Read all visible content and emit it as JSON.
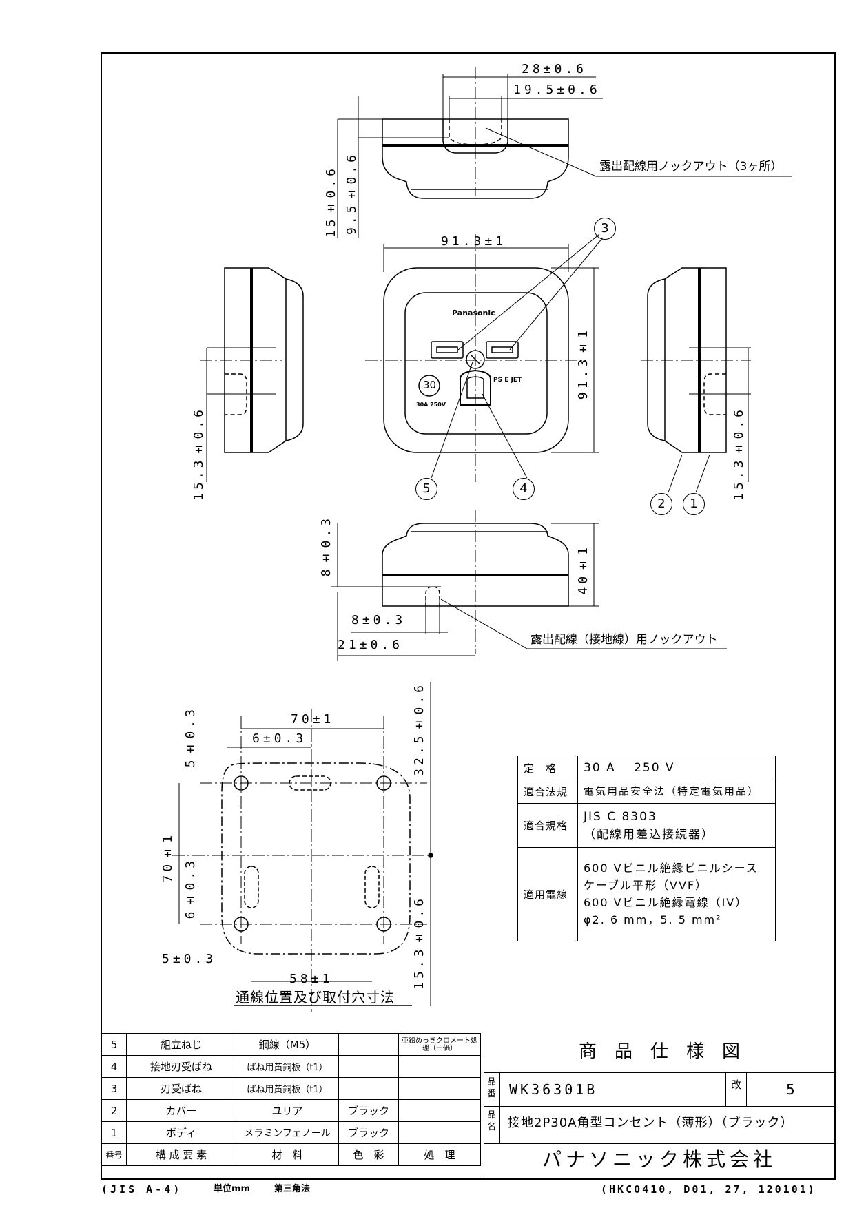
{
  "dimensions": {
    "top_width_outer": "28±0.6",
    "top_width_inner": "19.5±0.6",
    "top_height_total": "15±0.6",
    "top_height_inner": "9.5±0.6",
    "front_width": "91.3±1",
    "front_height": "91.3±1",
    "left_side_height": "15.3±0.6",
    "right_side_height": "15.3±0.6",
    "bottom_height_small": "8±0.3",
    "bottom_height_total": "40±1",
    "bottom_offset_small": "8±0.3",
    "bottom_offset_large": "21±0.6",
    "plan_width": "70±1",
    "plan_hole_offset": "6±0.3",
    "plan_hole_vertical": "5±0.3",
    "plan_right_vertical": "32.5±0.6",
    "plan_height": "70±1",
    "plan_lower_offset": "6±0.3",
    "plan_lower_right": "15.3±0.6",
    "plan_bottom_left": "5±0.3",
    "plan_bottom_width": "58±1"
  },
  "callouts": {
    "knockout_top": "露出配線用ノックアウト（3ヶ所）",
    "knockout_bottom": "露出配線（接地線）用ノックアウト",
    "plan_caption": "通線位置及び取付穴寸法"
  },
  "balloons": [
    "1",
    "2",
    "3",
    "4",
    "5"
  ],
  "device": {
    "brand": "Panasonic",
    "rating_badge": "30",
    "rating_text": "30A 250V",
    "marks": "PS E JET"
  },
  "spec_table": [
    {
      "key": "定　格",
      "value": "30 A　 250 V"
    },
    {
      "key": "適合法規",
      "value": "電気用品安全法（特定電気用品）"
    },
    {
      "key": "適合規格",
      "value": "JIS C 8303\n（配線用差込接続器）"
    },
    {
      "key": "適用電線",
      "value": "600 Vビニル絶縁ビニルシース\nケーブル平形（VVF）\n600 Vビニル絶縁電線（IV）\nφ2. 6 mm，5. 5 mm²"
    }
  ],
  "parts_header": [
    "番号",
    "構 成 要 素",
    "材　料",
    "色　彩",
    "処　理"
  ],
  "parts": [
    {
      "no": "5",
      "name": "組立ねじ",
      "material": "鋼線（M5）",
      "color": "",
      "treatment": "亜鉛めっきクロメート処理（三価）"
    },
    {
      "no": "4",
      "name": "接地刃受ばね",
      "material": "ばね用黄銅板（t1）",
      "color": "",
      "treatment": ""
    },
    {
      "no": "3",
      "name": "刃受ばね",
      "material": "ばね用黄銅板（t1）",
      "color": "",
      "treatment": ""
    },
    {
      "no": "2",
      "name": "カバー",
      "material": "ユリア",
      "color": "ブラック",
      "treatment": ""
    },
    {
      "no": "1",
      "name": "ボディ",
      "material": "メラミンフェノール",
      "color": "ブラック",
      "treatment": ""
    }
  ],
  "title_block": {
    "title": "商　品　仕　様　図",
    "part_no_label": "品番",
    "part_no": "WK36301B",
    "rev_label": "改",
    "rev": "5",
    "name_label": "品名",
    "name": "接地2P30A角型コンセント（薄形）（ブラック）",
    "company": "パナソニック株式会社"
  },
  "footer": {
    "left": "(JIS A-4)",
    "unit": "単位mm",
    "projection": "第三角法",
    "code": "(HKC0410, D01, 27, 120101)"
  }
}
